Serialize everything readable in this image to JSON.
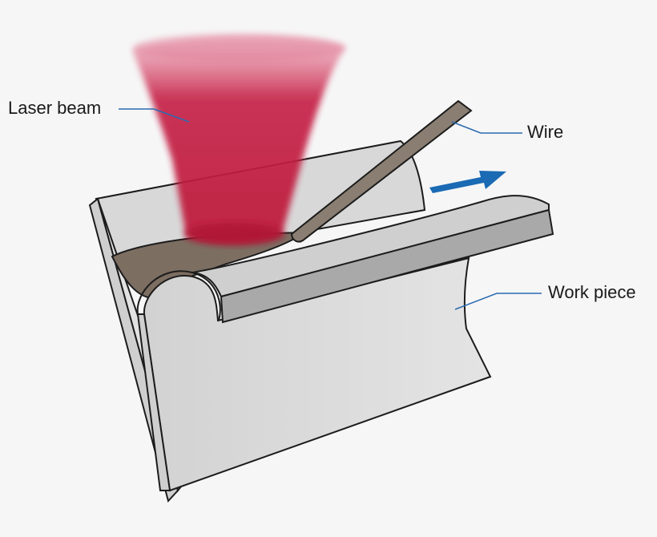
{
  "labels": {
    "laser_beam": "Laser beam",
    "wire": "Wire",
    "work_piece": "Work piece"
  },
  "colors": {
    "background": "#f6f6f6",
    "laser": "#be1e3c",
    "wire": "#8a7e72",
    "arrow": "#1a6ab4",
    "leader_line": "#2a6ab0",
    "metal_light": "#dedede",
    "metal_mid": "#c4c4c4",
    "metal_dark": "#9a9a9a",
    "melt_pool": "#7a6c60"
  },
  "icons": {
    "direction_arrow": "arrow-right-icon"
  }
}
